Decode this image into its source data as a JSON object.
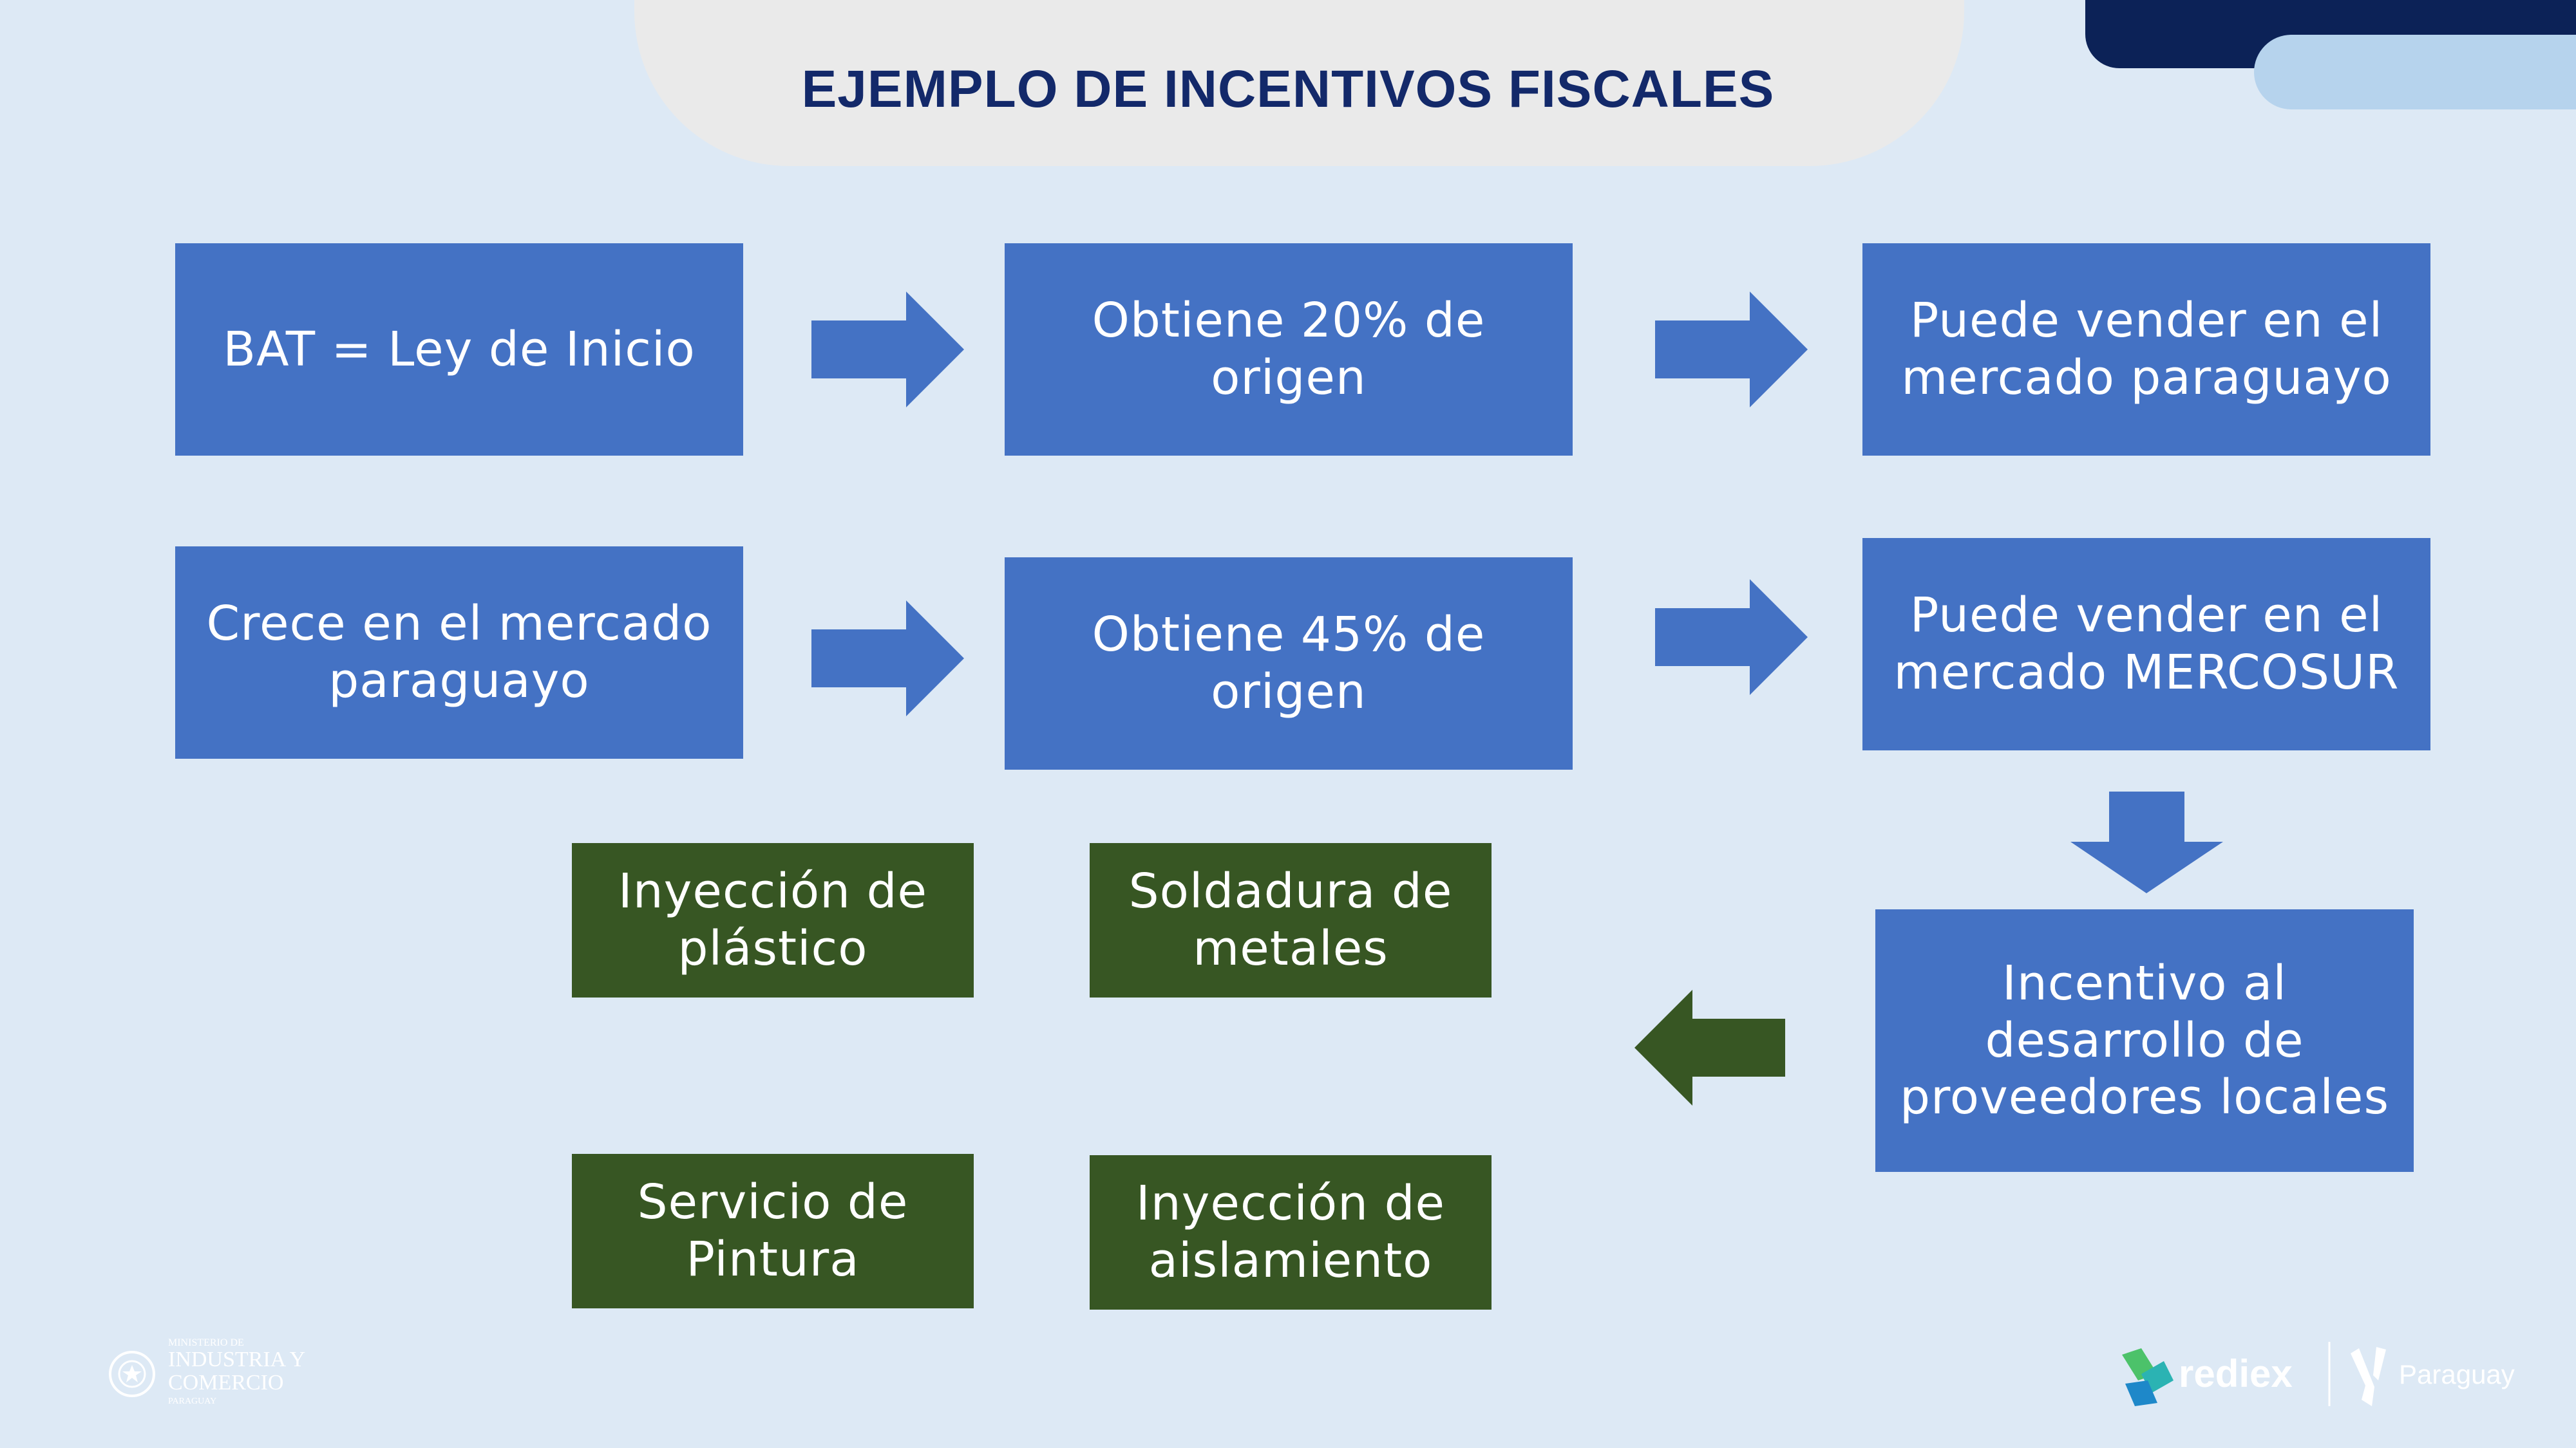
{
  "title": "EJEMPLO DE INCENTIVOS FISCALES",
  "boxes": {
    "bat": "BAT = Ley de Inicio",
    "origen20": "Obtiene 20% de origen",
    "vender_py": "Puede vender en el mercado paraguayo",
    "crece": "Crece en el mercado paraguayo",
    "origen45": "Obtiene 45% de origen",
    "vender_mercosur": "Puede vender en el mercado MERCOSUR",
    "incentivo": "Incentivo al desarrollo de proveedores locales",
    "inyeccion_plastico": "Inyección de plástico",
    "soldadura": "Soldadura de metales",
    "pintura": "Servicio de Pintura",
    "aislamiento": "Inyección de aislamiento"
  },
  "colors": {
    "background": "#dde9f5",
    "blue_box": "#4472c4",
    "green_box": "#375623",
    "title": "#13296a"
  },
  "logos": {
    "ministerio": [
      "MINISTERIO DE",
      "INDUSTRIA Y",
      "COMERCIO",
      "PARAGUAY"
    ],
    "rediex": "rediex",
    "paraguay": "Paraguay"
  }
}
